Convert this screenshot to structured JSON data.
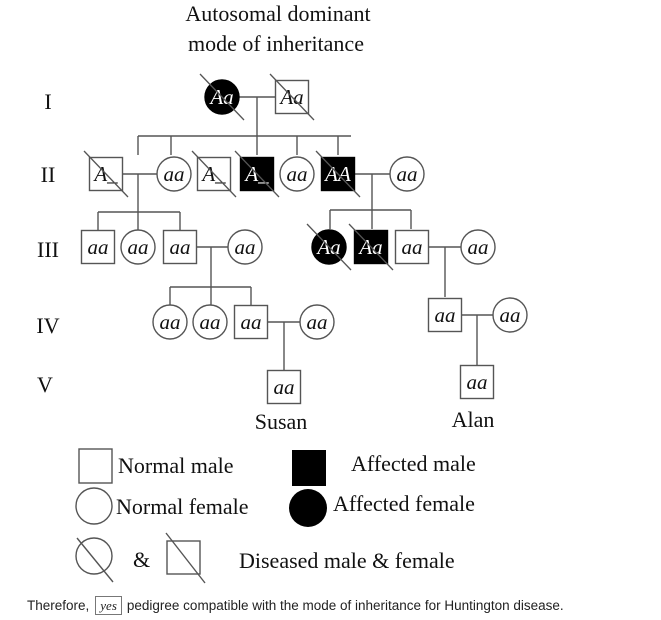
{
  "title": {
    "line1": "Autosomal dominant",
    "line2": "mode of inheritance"
  },
  "generations": [
    "I",
    "II",
    "III",
    "IV",
    "V"
  ],
  "individuals": [
    {
      "id": "I-1",
      "generation": "I",
      "sex": "female",
      "affected": true,
      "deceased": true,
      "genotype": "Aa"
    },
    {
      "id": "I-2",
      "generation": "I",
      "sex": "male",
      "affected": false,
      "deceased": true,
      "genotype": "Aa"
    },
    {
      "id": "II-1",
      "generation": "II",
      "sex": "male",
      "affected": false,
      "deceased": true,
      "genotype": "A_"
    },
    {
      "id": "II-2",
      "generation": "II",
      "sex": "female",
      "affected": false,
      "deceased": false,
      "genotype": "aa"
    },
    {
      "id": "II-3",
      "generation": "II",
      "sex": "male",
      "affected": false,
      "deceased": true,
      "genotype": "A_"
    },
    {
      "id": "II-4",
      "generation": "II",
      "sex": "male",
      "affected": true,
      "deceased": true,
      "genotype": "A_"
    },
    {
      "id": "II-5",
      "generation": "II",
      "sex": "female",
      "affected": false,
      "deceased": false,
      "genotype": "aa"
    },
    {
      "id": "II-6",
      "generation": "II",
      "sex": "male",
      "affected": true,
      "deceased": true,
      "genotype": "AA"
    },
    {
      "id": "II-7",
      "generation": "II",
      "sex": "female",
      "affected": false,
      "deceased": false,
      "genotype": "aa"
    },
    {
      "id": "III-1",
      "generation": "III",
      "sex": "male",
      "affected": false,
      "deceased": false,
      "genotype": "aa"
    },
    {
      "id": "III-2",
      "generation": "III",
      "sex": "female",
      "affected": false,
      "deceased": false,
      "genotype": "aa"
    },
    {
      "id": "III-3",
      "generation": "III",
      "sex": "male",
      "affected": false,
      "deceased": false,
      "genotype": "aa"
    },
    {
      "id": "III-4",
      "generation": "III",
      "sex": "female",
      "affected": false,
      "deceased": false,
      "genotype": "aa"
    },
    {
      "id": "III-5",
      "generation": "III",
      "sex": "female",
      "affected": true,
      "deceased": true,
      "genotype": "Aa"
    },
    {
      "id": "III-6",
      "generation": "III",
      "sex": "male",
      "affected": true,
      "deceased": true,
      "genotype": "Aa"
    },
    {
      "id": "III-7",
      "generation": "III",
      "sex": "male",
      "affected": false,
      "deceased": false,
      "genotype": "aa"
    },
    {
      "id": "III-8",
      "generation": "III",
      "sex": "female",
      "affected": false,
      "deceased": false,
      "genotype": "aa"
    },
    {
      "id": "IV-1",
      "generation": "IV",
      "sex": "female",
      "affected": false,
      "deceased": false,
      "genotype": "aa"
    },
    {
      "id": "IV-2",
      "generation": "IV",
      "sex": "female",
      "affected": false,
      "deceased": false,
      "genotype": "aa"
    },
    {
      "id": "IV-3",
      "generation": "IV",
      "sex": "male",
      "affected": false,
      "deceased": false,
      "genotype": "aa"
    },
    {
      "id": "IV-4",
      "generation": "IV",
      "sex": "female",
      "affected": false,
      "deceased": false,
      "genotype": "aa"
    },
    {
      "id": "IV-5",
      "generation": "IV",
      "sex": "male",
      "affected": false,
      "deceased": false,
      "genotype": "aa"
    },
    {
      "id": "IV-6",
      "generation": "IV",
      "sex": "female",
      "affected": false,
      "deceased": false,
      "genotype": "aa"
    },
    {
      "id": "V-1",
      "generation": "V",
      "sex": "male",
      "affected": false,
      "deceased": false,
      "genotype": "aa",
      "name": "Susan"
    },
    {
      "id": "V-2",
      "generation": "V",
      "sex": "male",
      "affected": false,
      "deceased": false,
      "genotype": "aa",
      "name": "Alan"
    }
  ],
  "legend": {
    "normal_male": "Normal male",
    "affected_male": "Affected male",
    "normal_female": "Normal female",
    "affected_female": "Affected female",
    "ampersand": "&",
    "deceased": "Diseased male & female"
  },
  "footer": {
    "prefix": "Therefore,",
    "answer": "yes",
    "suffix": "pedigree compatible with the mode of inheritance for Huntington disease."
  },
  "colors": {
    "line": "#555555",
    "affected_fill": "#000000",
    "text": "#111111"
  }
}
